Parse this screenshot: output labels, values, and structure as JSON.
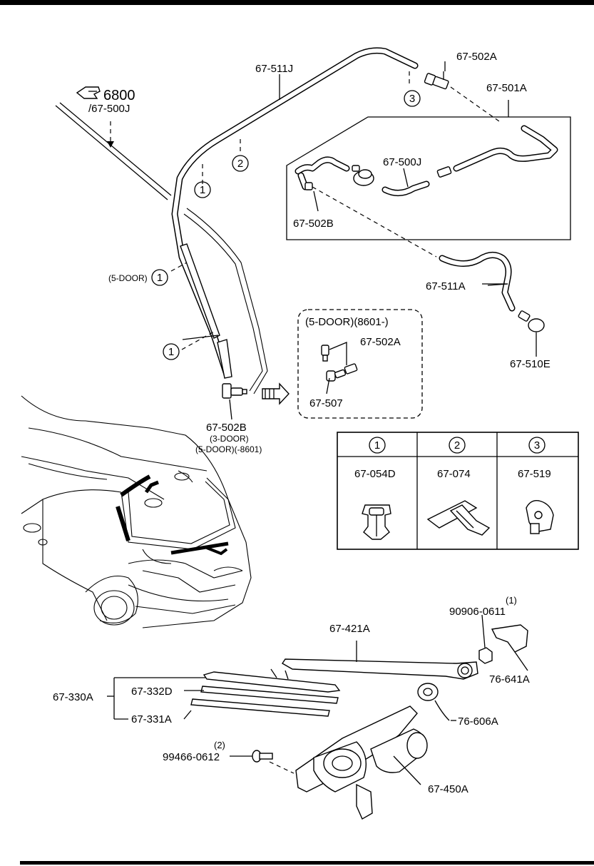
{
  "callouts": {
    "ref_section": "6800",
    "ref_part": "/67-500J",
    "hose_main": "67-511J",
    "joint_top": "67-502A",
    "hose_assy": "67-501A",
    "hose_inner": "67-500J",
    "joint_b": "67-502B",
    "hose_lower": "67-511A",
    "nozzle": "67-510E",
    "door_5": "(5-DOOR)",
    "joint_b2": "67-502B",
    "joint_b2_note1": "(3-DOOR)",
    "joint_b2_note2": "(5-DOOR)(-8601)",
    "arm": "67-421A",
    "nut": "90906-0611",
    "nut_qty": "(1)",
    "cap": "76-641A",
    "blade_assy": "67-330A",
    "blade": "67-332D",
    "rubber": "67-331A",
    "seal": "76-606A",
    "bolt": "99466-0612",
    "bolt_qty": "(2)",
    "motor": "67-450A"
  },
  "inset": {
    "title": "(5-DOOR)(8601-)",
    "joint": "67-502A",
    "elbow": "67-507"
  },
  "clip_table": {
    "columns": [
      {
        "num": "1",
        "part": "67-054D"
      },
      {
        "num": "2",
        "part": "67-074"
      },
      {
        "num": "3",
        "part": "67-519"
      }
    ]
  },
  "markers": {
    "m1": "1",
    "m2": "2",
    "m3": "3"
  }
}
